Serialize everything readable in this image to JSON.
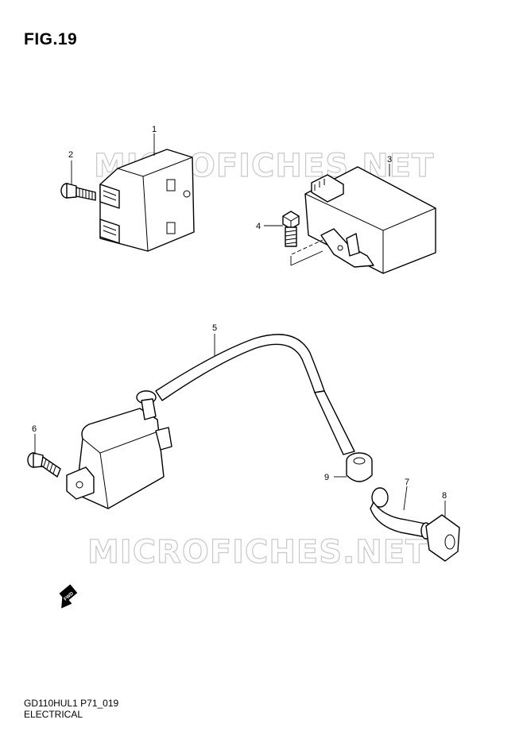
{
  "header": {
    "title": "FIG.19"
  },
  "footer": {
    "code": "GD110HUL1 P71_019",
    "section": "ELECTRICAL"
  },
  "watermark": {
    "text": "MICROFICHES.NET"
  },
  "fwd_arrow": {
    "label": "FWD"
  },
  "callouts": [
    "1",
    "2",
    "3",
    "4",
    "5",
    "6",
    "7",
    "8",
    "9"
  ]
}
